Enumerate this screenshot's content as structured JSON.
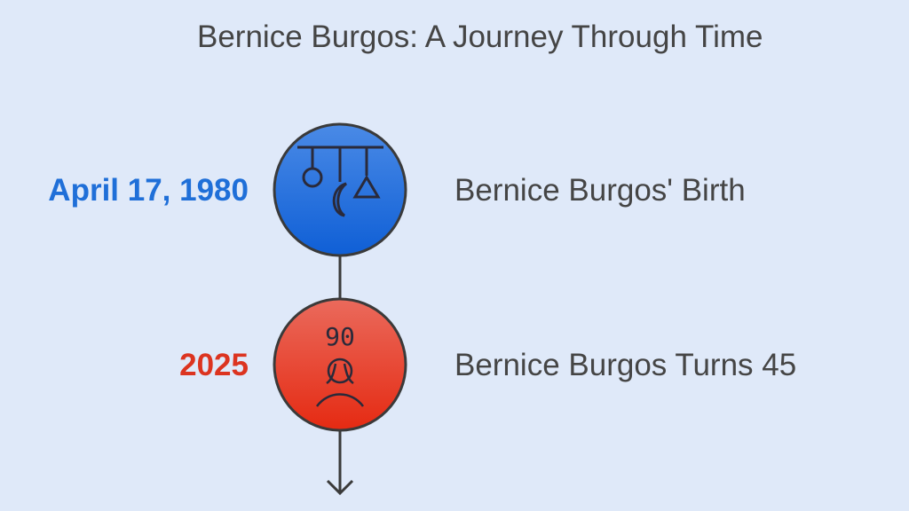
{
  "title": "Bernice Burgos: A Journey Through Time",
  "colors": {
    "blue": "#1f6fd8",
    "red": "#dc3420",
    "text": "#454545",
    "line": "#3a3a3a"
  },
  "events": [
    {
      "date": "April 17, 1980",
      "label": "Bernice Burgos' Birth",
      "icon": "baby-mobile-icon"
    },
    {
      "date": "2025",
      "label": "Bernice Burgos Turns 45",
      "icon": "elderly-person-icon",
      "icon_text": "90"
    }
  ]
}
